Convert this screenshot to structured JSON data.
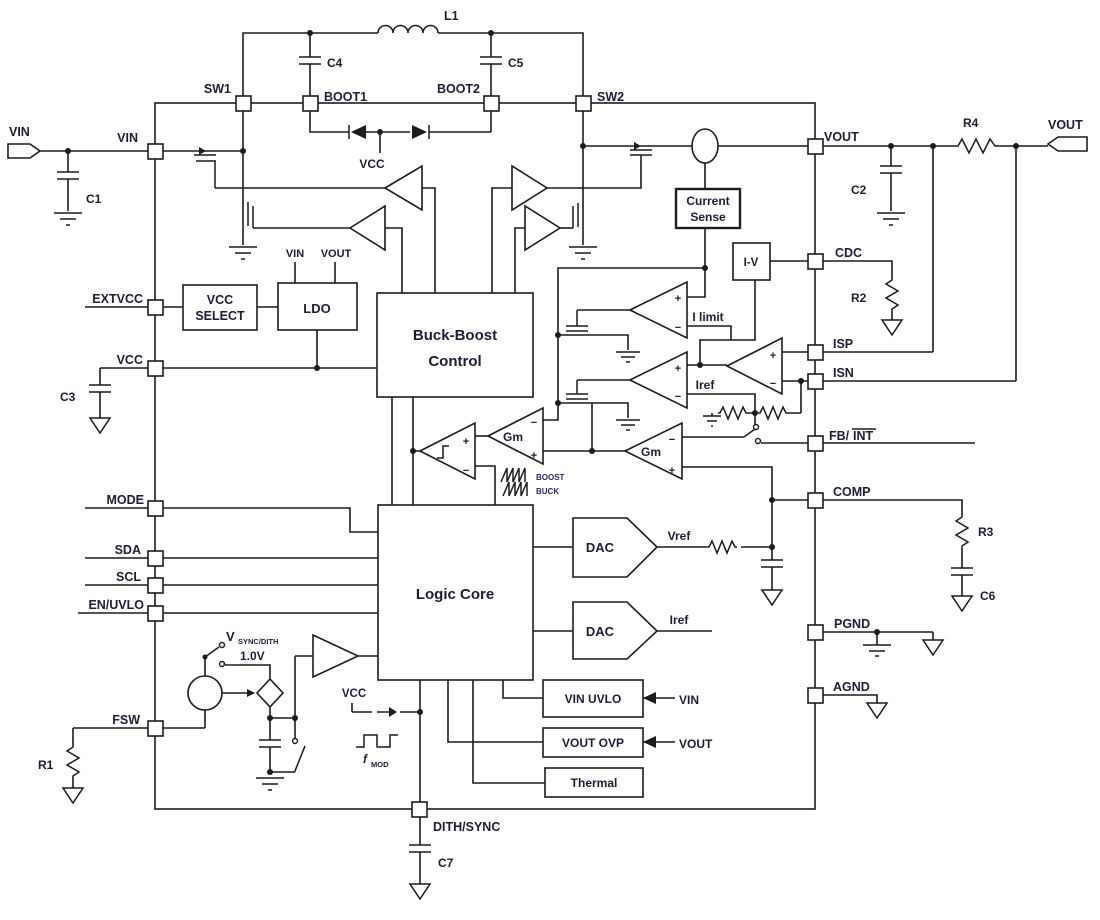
{
  "diagram_type": "buck-boost converter IC functional block diagram",
  "colors": {
    "ink": "#1c1c1c",
    "label": "#1d1d35",
    "ramp_label": "#28286e",
    "background": "#ffffff"
  },
  "pins": {
    "vin_tag": "VIN",
    "vin": "VIN",
    "extvcc": "EXTVCC",
    "vcc": "VCC",
    "mode": "MODE",
    "sda": "SDA",
    "scl": "SCL",
    "en_uvlo": "EN/UVLO",
    "fsw": "FSW",
    "sw1": "SW1",
    "boot1": "BOOT1",
    "boot2": "BOOT2",
    "sw2": "SW2",
    "vout": "VOUT",
    "vout_tag": "VOUT",
    "cdc": "CDC",
    "isp": "ISP",
    "isn": "ISN",
    "fb": "FB/",
    "int_bar": "INT",
    "comp": "COMP",
    "pgnd": "PGND",
    "agnd": "AGND",
    "dith_sync": "DITH/SYNC"
  },
  "blocks": {
    "vcc_select_1": "VCC",
    "vcc_select_2": "SELECT",
    "ldo": "LDO",
    "bb_1": "Buck-Boost",
    "bb_2": "Control",
    "logic": "Logic Core",
    "dac1": "DAC",
    "dac2": "DAC",
    "cs_1": "Current",
    "cs_2": "Sense",
    "iv": "I-V",
    "vin_uvlo": "VIN UVLO",
    "vout_ovp": "VOUT OVP",
    "thermal": "Thermal"
  },
  "components": {
    "l1": "L1",
    "c1": "C1",
    "c2": "C2",
    "c3": "C3",
    "c4": "C4",
    "c5": "C5",
    "c6": "C6",
    "c7": "C7",
    "r1": "R1",
    "r2": "R2",
    "r3": "R3",
    "r4": "R4"
  },
  "signals": {
    "vcc_boot": "VCC",
    "ldo_vin": "VIN",
    "ldo_vout": "VOUT",
    "i_limit": "I limit",
    "iref_cmp": "Iref",
    "vref": "Vref",
    "iref_dac": "Iref",
    "gm_left": "Gm",
    "gm_right": "Gm",
    "boost": "BOOST",
    "buck": "BUCK",
    "v": "V",
    "v_sub": "SYNC/DITH",
    "one_v": "1.0V",
    "vcc_osc": "VCC",
    "f": "f",
    "f_sub": "MOD",
    "uvlo_vin": "VIN",
    "ovp_vout": "VOUT",
    "plus": "+",
    "minus": "−"
  }
}
